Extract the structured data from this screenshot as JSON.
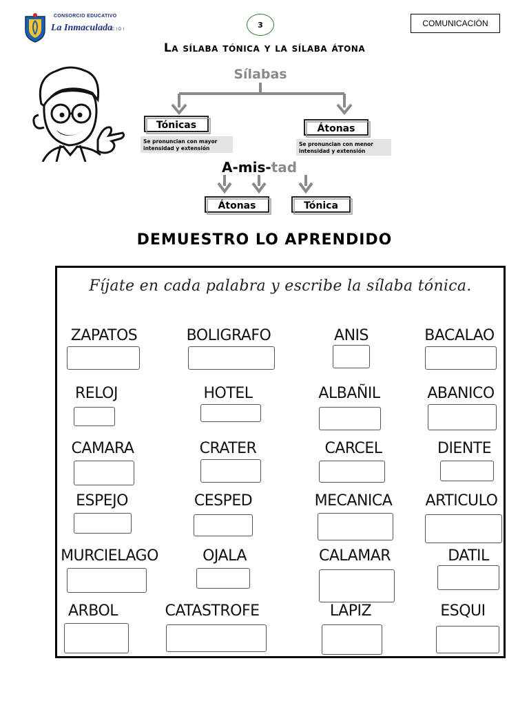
{
  "header": {
    "brand_top": "CONSORCIO EDUCATIVO",
    "brand_name": "La Inmaculada",
    "brand_sub": "CIDI",
    "page_number": "3",
    "subject": "COMUNICACIÓN"
  },
  "title": "La sílaba tónica y la sílaba átona",
  "diagram": {
    "root": "Sílabas",
    "tonicas_label": "Tónicas",
    "tonicas_desc_1": "Se pronuncian con mayor",
    "tonicas_desc_2": "intensidad y extensión",
    "atonas_label": "Átonas",
    "atonas_desc_1": "Se pronuncian con menor",
    "atonas_desc_2": "intensidad y extensión",
    "example_a": "A-mis-",
    "example_b": "tad",
    "ex_atonas": "Átonas",
    "ex_tonica": "Tónica"
  },
  "section_title": "DEMUESTRO LO APRENDIDO",
  "instruction": "Fíjate en cada palabra y escribe la sílaba tónica.",
  "words": [
    "ZAPATOS",
    "BOLIGRAFO",
    "ANIS",
    "BACALAO",
    "RELOJ",
    "HOTEL",
    "ALBAÑIL",
    "ABANICO",
    "CAMARA",
    "CRATER",
    "CARCEL",
    "DIENTE",
    "ESPEJO",
    "CESPED",
    "MECANICA",
    "ARTICULO",
    "MURCIELAGO",
    "OJALA",
    "CALAMAR",
    "DATIL",
    "ARBOL",
    "CATASTROFE",
    "LAPIZ",
    "ESQUI"
  ]
}
